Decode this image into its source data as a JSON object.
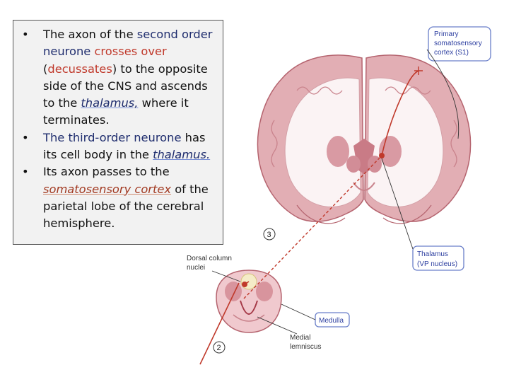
{
  "bullets": [
    {
      "dot": "•",
      "p1": "The axon  of the ",
      "p2": "second order neurone",
      "p3": " ",
      "p4": "crosses over",
      "p5": " (",
      "p6": "decussates",
      "p7": ") to the opposite side of the CNS and ascends to the ",
      "p8": "thalamus,",
      "p9": " where it terminates."
    },
    {
      "dot": "•",
      "p1": "The third-order neurone",
      "p2": " has its cell body in the ",
      "p3": "thalamus."
    },
    {
      "dot": "•",
      "p1": "Its axon passes to the ",
      "p2": "somatosensory cortex",
      "p3": " of the parietal lobe of the cerebral hemisphere."
    }
  ],
  "labels": {
    "primary_line1": "Primary",
    "primary_line2": "somatosensory",
    "primary_line3": "cortex (S1)",
    "thalamus_line1": "Thalamus",
    "thalamus_line2": "(VP nucleus)",
    "medulla": "Medulla",
    "dorsal_line1": "Dorsal column",
    "dorsal_line2": "nuclei",
    "medial_line1": "Medial",
    "medial_line2": "lemniscus",
    "num3": "3",
    "num2": "2"
  },
  "colors": {
    "pathway": "#c0392b",
    "brain_tissue": "#c98a92",
    "label_box_border": "#6a7fc9"
  }
}
